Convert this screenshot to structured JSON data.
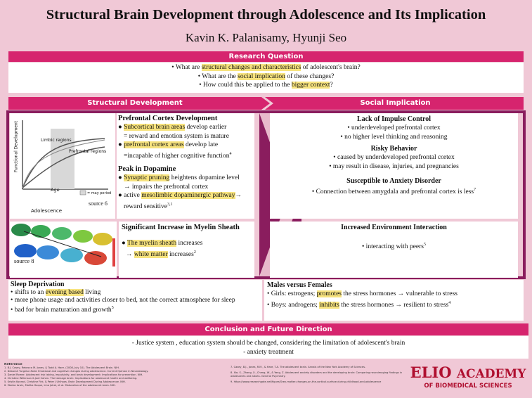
{
  "poster": {
    "title": "Structural Brain Development through Adolescence and Its Implication",
    "authors": "Kavin K. Palanisamy, Hyunji Seo"
  },
  "research_question": {
    "header": "Research Question",
    "q1_pre": "• What are ",
    "q1_hl": "structural changes and characteristics",
    "q1_post": " of adolescent's brain?",
    "q2_pre": "• What are the ",
    "q2_hl": "social implication",
    "q2_post": " of these changes?",
    "q3_pre": "• How could this be applied to the ",
    "q3_hl": "bigger context",
    "q3_post": "?"
  },
  "structural": {
    "header": "Structural Development",
    "graph": {
      "ylabel": "Functional Development",
      "limbic": "Limbic regions",
      "prefrontal": "Prefrontal regions",
      "age": "Age",
      "legend": "= may period",
      "adolescence": "Adolescence",
      "source": "source 6"
    },
    "pfc": {
      "title": "Prefrontal Cortex Development",
      "l1_hl": "Subcortical brain areas",
      "l1_post": " develop earlier",
      "l2": "= reward and emotion system is mature",
      "l3_hl": "prefrontal cortex areas",
      "l3_post": " develop late",
      "l4": "=incapable of higher cognitive function",
      "l4_sup": "4"
    },
    "dopamine": {
      "title": "Peak in Dopamine",
      "l1_hl": "Synaptic pruning",
      "l1_post": " heightens dopamine level",
      "l2": "→ impairs the prefrontal cortex",
      "l3_pre": "active ",
      "l3_hl": "mesolimbic dopaminergic pathway",
      "l3_post": "→",
      "l4": "reward sensitive",
      "l4_sup": "3,1"
    },
    "brain_source": "source 8",
    "myelin": {
      "title": "Significant Increase in Myelin Sheath",
      "l1_hl": "The myelin sheath",
      "l1_post": " increases",
      "l2_pre": "→ ",
      "l2_hl": "white matter",
      "l2_post": " increases",
      "l2_sup": "2"
    }
  },
  "social": {
    "header": "Social Implication",
    "impulse": {
      "title": "Lack of Impulse Control",
      "l1": "• underdeveloped prefrontal cortex",
      "l2": "• no higher level thinking and reasoning"
    },
    "risky": {
      "title": "Risky Behavior",
      "l1": "• caused by underdeveloped prefrontal cortex",
      "l2": "• may result in disease, injuries, and pregnancies"
    },
    "anxiety": {
      "title": "Susceptible to Anxiety Disorder",
      "l1": "• Connection between amygdala and prefrontal cortex is less",
      "l1_sup": "7"
    },
    "env": {
      "title": "Increased Environment Interaction",
      "l1": "• interacting with peers",
      "l1_sup": "5"
    }
  },
  "sleep": {
    "title": "Sleep Deprivation",
    "l1_pre": "• shifts to an ",
    "l1_hl": "evening based",
    "l1_post": " living",
    "l2": "• more phone usage and activities closer to bed, not the correct atmosphere for sleep",
    "l3": "• bad for brain maturation and growth",
    "l3_sup": "5"
  },
  "males": {
    "title": "Males versus Females",
    "l1_pre": "• Girls: estrogens; ",
    "l1_hl": "promotes",
    "l1_post": " the stress hormones  → vulnerable to stress",
    "l2_pre": "• Boys: androgens; ",
    "l2_hl": "inhibits",
    "l2_post": " the stress hormones    → resilient to stress",
    "l2_sup": "4"
  },
  "conclusion": {
    "header": "Conclusion and Future Direction",
    "l1": "- Justice system , education system should be changed, considering the limitation of adolescent's brain",
    "l2": "- anxiety treatment"
  },
  "references": {
    "header": "Reference",
    "left": [
      "1.  B.J. Casey, Rebecca M. Jones, & Todd A. Hare. (2008, July 10). The Adolescent Brain. NIH.",
      "2.  Deborah Yurgelun-Todd. Emotional and cognitive changes during adolescence. Current Opinion in Neurobiology.",
      "3.  Daniel Romer. Adolescent risk taking, impulsivity, and brain development: Implications for prevention. NIH.",
      "4.  Christine Wilkinson & Joel Cohen. The teenage brain: Implications for adolescent health and wellbeing.",
      "5.  Kristin Konrad, Christine Firk, & Peter J Uhlhaas. Brain Development During Adolescence. NIH.",
      "6.  Marian Arain, Maliha Haque, Lina Johal, et al. Maturation of the adolescent brain. NIH."
    ],
    "right": [
      "7.  Casey, B.J., Jones, R.M., & Hare, T.A. The adolescent brain. Annals of the New York Academy of Sciences.",
      "8.  Xie, S., Zhang, X., Cheng, W., & Yang, Z. Adolescent anxiety disorders and the developing brain: Comparing neuroimaging findings in adolescents and adults. General Psychiatry.",
      "9.  https://www.researchgate.net/figure/Grey-matter-changes-on-the-cortical-surface-during-childhood-and-adolescence"
    ]
  },
  "logo": {
    "line1_a": "ELIO ",
    "line1_b": "ACADEMY",
    "line2": "OF BIOMEDICAL SCIENCES"
  },
  "colors": {
    "background": "#f0c8d6",
    "accent": "#d6246e",
    "highlight": "#f7e37e",
    "panel_border": "#8a1d5e"
  }
}
